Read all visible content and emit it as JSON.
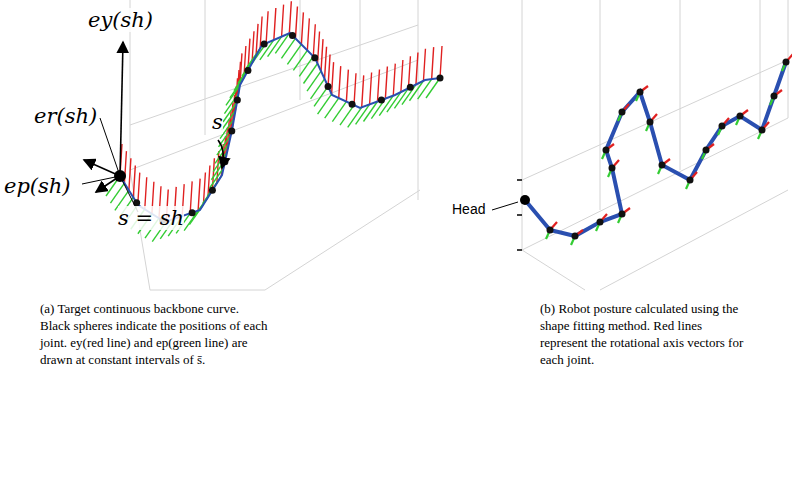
{
  "diagram": {
    "labels": [
      "ey(sh)",
      "er(sh)",
      "ep(sh)",
      "s",
      "s = sh",
      "Head",
      "(a) Target continuous backbone curve. Black spheres indicate the positions of each joint. ey(red line) and ep(green line) are drawn at constant intervals of s̄.",
      "(b) Robot posture calculated using the shape fitting method. Red lines represent the rotational axis vectors for each joint."
    ]
  }
}
